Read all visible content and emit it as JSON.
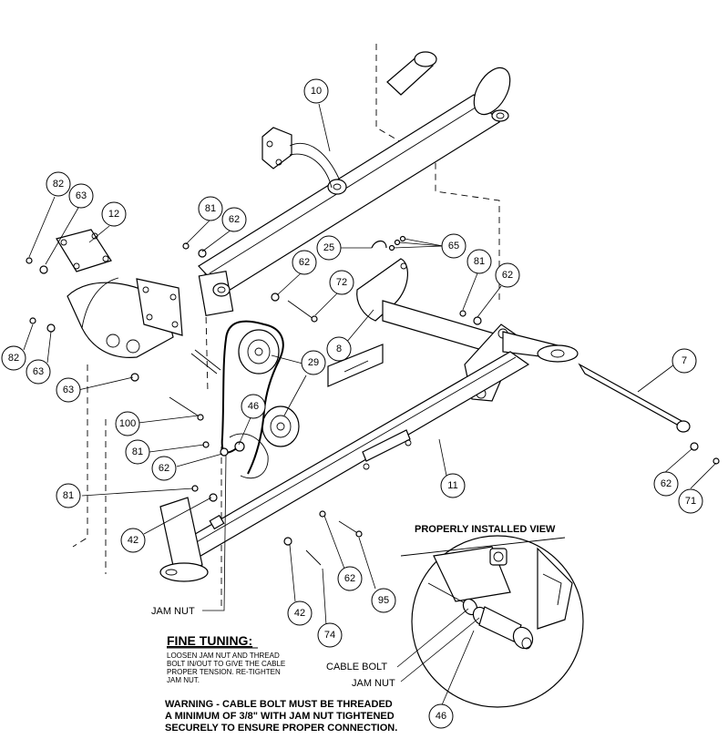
{
  "callouts": [
    {
      "id": "c-10",
      "label": "10"
    },
    {
      "id": "c-82a",
      "label": "82"
    },
    {
      "id": "c-63a",
      "label": "63"
    },
    {
      "id": "c-12",
      "label": "12"
    },
    {
      "id": "c-81a",
      "label": "81"
    },
    {
      "id": "c-62a",
      "label": "62"
    },
    {
      "id": "c-25",
      "label": "25"
    },
    {
      "id": "c-65",
      "label": "65"
    },
    {
      "id": "c-81b",
      "label": "81"
    },
    {
      "id": "c-62b",
      "label": "62"
    },
    {
      "id": "c-62c",
      "label": "62"
    },
    {
      "id": "c-72",
      "label": "72"
    },
    {
      "id": "c-82b",
      "label": "82"
    },
    {
      "id": "c-63b",
      "label": "63"
    },
    {
      "id": "c-63c",
      "label": "63"
    },
    {
      "id": "c-8",
      "label": "8"
    },
    {
      "id": "c-29",
      "label": "29"
    },
    {
      "id": "c-7",
      "label": "7"
    },
    {
      "id": "c-100",
      "label": "100"
    },
    {
      "id": "c-46a",
      "label": "46"
    },
    {
      "id": "c-81c",
      "label": "81"
    },
    {
      "id": "c-62d",
      "label": "62"
    },
    {
      "id": "c-11",
      "label": "11"
    },
    {
      "id": "c-81d",
      "label": "81"
    },
    {
      "id": "c-62e",
      "label": "62"
    },
    {
      "id": "c-71",
      "label": "71"
    },
    {
      "id": "c-42a",
      "label": "42"
    },
    {
      "id": "c-62f",
      "label": "62"
    },
    {
      "id": "c-95",
      "label": "95"
    },
    {
      "id": "c-42b",
      "label": "42"
    },
    {
      "id": "c-74",
      "label": "74"
    },
    {
      "id": "c-46b",
      "label": "46"
    }
  ],
  "labels": {
    "jam_nut_main": "JAM NUT",
    "installed_view_title": "PROPERLY INSTALLED VIEW",
    "cable_bolt": "CABLE BOLT",
    "jam_nut_detail": "JAM NUT"
  },
  "fine_tuning": {
    "heading": "FINE TUNING:",
    "line1": "LOOSEN JAM NUT AND THREAD",
    "line2": "BOLT IN/OUT TO GIVE THE CABLE",
    "line3": "PROPER TENSION.  RE-TIGHTEN",
    "line4": "JAM NUT."
  },
  "warning": {
    "line1": "WARNING - CABLE BOLT MUST BE THREADED",
    "line2": "A MINIMUM OF 3/8\" WITH JAM NUT TIGHTENED",
    "line3": "SECURELY TO ENSURE PROPER CONNECTION."
  }
}
